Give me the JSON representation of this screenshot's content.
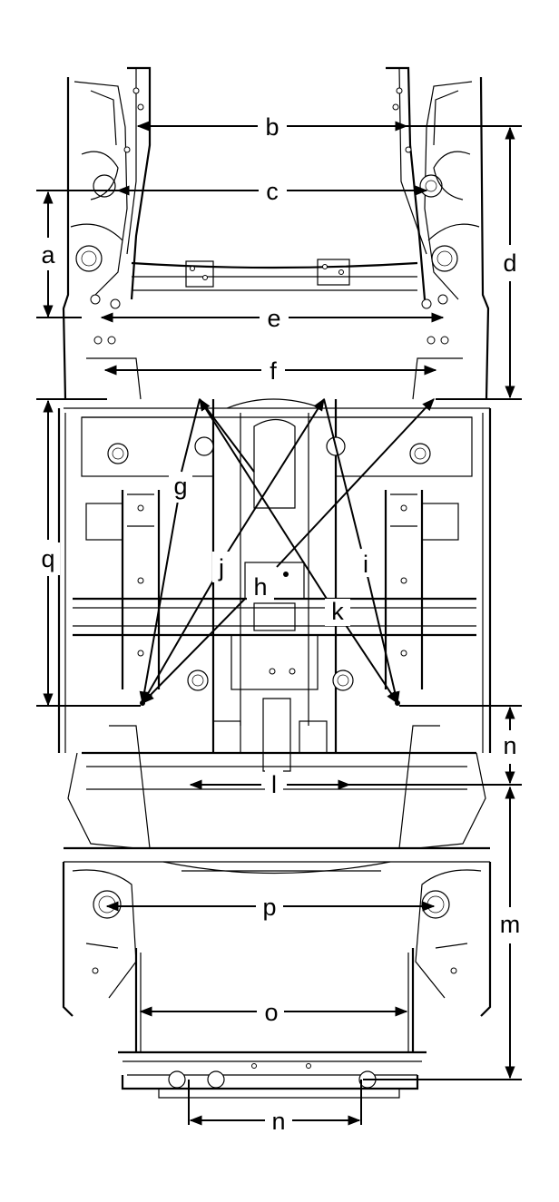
{
  "labels": {
    "a": "a",
    "b": "b",
    "c": "c",
    "d": "d",
    "e": "e",
    "f": "f",
    "g": "g",
    "h": "h",
    "i": "i",
    "j": "j",
    "k": "k",
    "l": "l",
    "m": "m",
    "n_mid": "n",
    "n_bottom": "n",
    "o": "o",
    "p": "p",
    "q": "q"
  }
}
